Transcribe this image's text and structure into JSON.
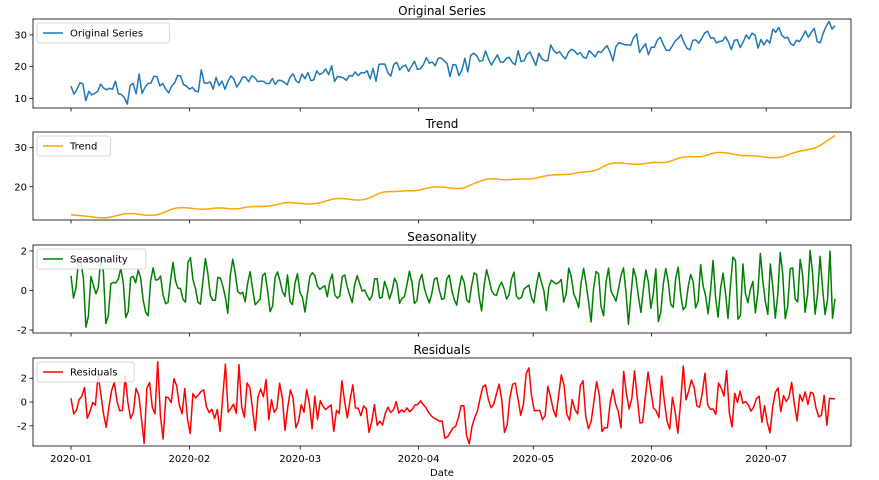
{
  "chart_data": [
    {
      "type": "line",
      "title": "Original Series",
      "series_name": "Original Series",
      "color": "#1f77b4",
      "ylim": [
        7,
        35
      ],
      "yticks": [
        10,
        20,
        30
      ],
      "y": [
        13.88,
        11.34,
        12.82,
        14.94,
        14.62,
        9.29,
        12.25,
        11.14,
        11.58,
        12.22,
        14.52,
        13.27,
        12.72,
        13.21,
        12.89,
        15.42,
        11.49,
        11.26,
        10.29,
        8.24,
        14.14,
        14.7,
        11.46,
        17.74,
        11.58,
        13.52,
        14.72,
        14.83,
        17.0,
        16.93,
        13.95,
        14.64,
        12.92,
        11.76,
        13.88,
        14.9,
        17.21,
        17.11,
        14.36,
        13.9,
        12.93,
        13.47,
        12.3,
        12.09,
        19.0,
        14.92,
        14.8,
        15.2,
        12.91,
        16.63,
        14.0,
        15.46,
        12.89,
        15.39,
        17.11,
        16.1,
        13.58,
        15.02,
        16.75,
        16.68,
        15.24,
        17.12,
        16.68,
        15.31,
        15.47,
        15.37,
        14.72,
        14.69,
        16.31,
        14.43,
        15.73,
        15.65,
        15.08,
        14.28,
        16.77,
        17.71,
        15.54,
        14.94,
        17.7,
        16.21,
        18.17,
        15.6,
        15.89,
        18.68,
        17.49,
        18.05,
        19.27,
        17.49,
        20.27,
        15.34,
        16.93,
        16.75,
        16.48,
        15.71,
        17.27,
        16.99,
        18.34,
        17.2,
        18.15,
        18.0,
        18.7,
        16.16,
        19.5,
        15.4,
        20.71,
        20.86,
        20.8,
        18.14,
        17.03,
        20.72,
        21.4,
        18.97,
        20.12,
        20.52,
        18.53,
        20.23,
        21.71,
        19.15,
        19.35,
        20.62,
        22.88,
        21.09,
        21.47,
        20.28,
        22.66,
        22.71,
        21.86,
        20.98,
        16.9,
        20.67,
        20.52,
        17.18,
        18.85,
        22.66,
        18.35,
        23.58,
        24.26,
        23.45,
        21.65,
        21.93,
        24.93,
        22.37,
        20.5,
        22.18,
        23.72,
        21.46,
        21.38,
        22.61,
        22.98,
        21.36,
        20.61,
        25.02,
        21.59,
        21.89,
        23.9,
        24.61,
        22.51,
        20.43,
        24.27,
        22.42,
        21.91,
        21.83,
        26.84,
        25.07,
        24.24,
        24.74,
        23.36,
        22.47,
        24.55,
        25.46,
        25.03,
        23.87,
        24.42,
        22.96,
        22.7,
        25.07,
        24.11,
        23.06,
        24.81,
        24.44,
        25.58,
        26.61,
        24.63,
        21.85,
        26.28,
        27.54,
        27.29,
        26.88,
        26.87,
        26.75,
        29.15,
        30.26,
        24.42,
        25.98,
        27.24,
        23.75,
        26.16,
        26.1,
        28.35,
        29.26,
        27.02,
        25.19,
        25.09,
        26.39,
        28.06,
        28.87,
        30.05,
        27.61,
        25.78,
        25.3,
        28.27,
        28.45,
        27.39,
        28.85,
        30.62,
        31.18,
        28.99,
        29.1,
        27.46,
        27.93,
        28.12,
        29.45,
        27.81,
        25.36,
        28.27,
        28.49,
        26.02,
        27.76,
        29.97,
        28.74,
        30.58,
        29.88,
        25.86,
        28.56,
        26.83,
        28.43,
        27.42,
        31.79,
        30.8,
        32.36,
        30.01,
        29.03,
        29.26,
        27.24,
        26.7,
        28.33,
        27.86,
        29.35,
        31.25,
        29.26,
        30.77,
        32.06,
        27.91,
        27.51,
        30.51,
        32.68,
        34.26,
        31.8,
        32.97
      ]
    },
    {
      "type": "line",
      "title": "Trend",
      "series_name": "Trend",
      "color": "#ffa500",
      "ylim": [
        11.5,
        34
      ],
      "yticks": [
        20,
        30
      ],
      "y": [
        12.8,
        12.78,
        12.71,
        12.64,
        12.58,
        12.52,
        12.45,
        12.38,
        12.29,
        12.2,
        12.13,
        12.09,
        12.08,
        12.1,
        12.15,
        12.26,
        12.4,
        12.57,
        12.74,
        12.9,
        13.03,
        13.11,
        13.16,
        13.17,
        13.13,
        13.04,
        12.93,
        12.83,
        12.75,
        12.7,
        12.7,
        12.72,
        12.8,
        12.94,
        13.13,
        13.37,
        13.66,
        13.95,
        14.23,
        14.43,
        14.57,
        14.64,
        14.66,
        14.64,
        14.6,
        14.53,
        14.45,
        14.37,
        14.3,
        14.26,
        14.25,
        14.27,
        14.33,
        14.42,
        14.5,
        14.56,
        14.59,
        14.58,
        14.53,
        14.45,
        14.38,
        14.33,
        14.33,
        14.38,
        14.48,
        14.61,
        14.74,
        14.84,
        14.91,
        14.94,
        14.95,
        14.95,
        14.95,
        14.98,
        15.03,
        15.1,
        15.19,
        15.32,
        15.46,
        15.62,
        15.77,
        15.88,
        15.95,
        15.96,
        15.92,
        15.86,
        15.79,
        15.72,
        15.66,
        15.62,
        15.6,
        15.61,
        15.65,
        15.74,
        15.87,
        16.05,
        16.26,
        16.47,
        16.66,
        16.82,
        16.94,
        17.0,
        17.01,
        16.98,
        16.91,
        16.82,
        16.74,
        16.66,
        16.62,
        16.62,
        16.66,
        16.76,
        16.94,
        17.18,
        17.48,
        17.82,
        18.15,
        18.42,
        18.6,
        18.7,
        18.74,
        18.76,
        18.77,
        18.8,
        18.84,
        18.89,
        18.94,
        18.97,
        18.98,
        18.99,
        19.02,
        19.09,
        19.2,
        19.35,
        19.52,
        19.69,
        19.83,
        19.92,
        19.97,
        19.98,
        19.95,
        19.9,
        19.82,
        19.73,
        19.64,
        19.56,
        19.52,
        19.54,
        19.63,
        19.81,
        20.07,
        20.37,
        20.68,
        20.98,
        21.25,
        21.49,
        21.69,
        21.86,
        21.98,
        22.05,
        22.04,
        21.97,
        21.89,
        21.82,
        21.78,
        21.79,
        21.83,
        21.88,
        21.92,
        21.95,
        21.97,
        21.98,
        21.98,
        21.99,
        22.03,
        22.11,
        22.24,
        22.4,
        22.56,
        22.71,
        22.84,
        22.94,
        23.01,
        23.06,
        23.08,
        23.09,
        23.1,
        23.13,
        23.18,
        23.27,
        23.38,
        23.5,
        23.61,
        23.7,
        23.76,
        23.82,
        23.89,
        23.99,
        24.15,
        24.37,
        24.67,
        25.02,
        25.39,
        25.7,
        25.92,
        26.04,
        26.08,
        26.07,
        26.04,
        26.0,
        25.95,
        25.9,
        25.84,
        25.78,
        25.75,
        25.76,
        25.83,
        25.93,
        26.04,
        26.14,
        26.19,
        26.21,
        26.19,
        26.17,
        26.18,
        26.25,
        26.4,
        26.62,
        26.86,
        27.11,
        27.33,
        27.5,
        27.62,
        27.69,
        27.72,
        27.7,
        27.67,
        27.65,
        27.69,
        27.8,
        27.98,
        28.2,
        28.41,
        28.58,
        28.7,
        28.75,
        28.76,
        28.72,
        28.64,
        28.53,
        28.39,
        28.26,
        28.14,
        28.05,
        28.0,
        27.97,
        27.95,
        27.93,
        27.9,
        27.86,
        27.8,
        27.72,
        27.63,
        27.54,
        27.47,
        27.43,
        27.43,
        27.46,
        27.54,
        27.68,
        27.87,
        28.1,
        28.35,
        28.59,
        28.8,
        28.98,
        29.15,
        29.28,
        29.4,
        29.53,
        29.66,
        29.84,
        30.1,
        30.43,
        30.82,
        31.26,
        31.72,
        32.2,
        32.67,
        33.12
      ]
    },
    {
      "type": "line",
      "title": "Seasonality",
      "series_name": "Seasonality",
      "color": "#008000",
      "ylim": [
        -2.15,
        2.3
      ],
      "yticks": [
        -2,
        0,
        2
      ],
      "y": [
        0.75,
        -0.38,
        0.13,
        1.49,
        1.48,
        0.58,
        -1.85,
        -1.29,
        0.71,
        0.28,
        -0.17,
        0.17,
        1.7,
        0.96,
        -1.67,
        -1.27,
        0.34,
        0.41,
        0.38,
        0.57,
        1.13,
        0.4,
        -1.37,
        -1.06,
        0.66,
        0.71,
        0.39,
        1.03,
        0.63,
        -0.49,
        -1.09,
        -1.28,
        0.48,
        1.14,
        0.53,
        0.55,
        0.73,
        -0.23,
        -0.67,
        -0.6,
        0.52,
        1.42,
        0.48,
        0.11,
        0.1,
        -0.45,
        -0.59,
        1.42,
        1.66,
        0.54,
        0.12,
        -0.59,
        -0.69,
        0.48,
        1.61,
        0.85,
        -0.26,
        -0.5,
        -0.5,
        0.66,
        0.63,
        0.23,
        -0.32,
        -1.15,
        0.77,
        1.58,
        0.86,
        -0.05,
        -0.17,
        -0.09,
        -0.57,
        0.39,
        0.95,
        0.07,
        -0.72,
        -0.59,
        -0.42,
        0.76,
        0.88,
        -0.01,
        -1.07,
        -0.79,
        0.66,
        0.94,
        0.47,
        -0.07,
        -0.3,
        0.79,
        -0.56,
        -0.72,
        0.36,
        0.85,
        -0.1,
        -0.34,
        -1.09,
        -0.16,
        0.71,
        0.9,
        0.75,
        0.23,
        0.06,
        0.16,
        0.23,
        -0.32,
        0.46,
        0.82,
        -0.22,
        -0.39,
        -0.27,
        0.7,
        0.78,
        0.18,
        -0.23,
        -0.61,
        0.3,
        0.75,
        0.35,
        -0.03,
        0.03,
        -0.25,
        -0.49,
        -0.26,
        0.59,
        0.6,
        -0.38,
        -0.35,
        0.46,
        0.09,
        -0.43,
        -0.02,
        0.62,
        0.34,
        -0.65,
        -0.4,
        -0.31,
        0.3,
        0.97,
        0.42,
        -0.66,
        -0.51,
        0.48,
        0.82,
        0.11,
        -0.3,
        -0.63,
        -0.14,
        0.57,
        0.64,
        0.01,
        -0.45,
        -0.4,
        0.58,
        0.78,
        0.03,
        -0.46,
        -0.74,
        0.13,
        0.74,
        0.41,
        -0.47,
        -0.61,
        0.26,
        0.89,
        0.81,
        -0.31,
        -1.03,
        0.26,
        1.05,
        0.55,
        -0.01,
        -0.21,
        -0.25,
        0.18,
        0.42,
        0.1,
        -0.43,
        -0.23,
        0.58,
        0.93,
        -0.29,
        -0.43,
        -0.35,
        0.07,
        0.17,
        0.27,
        -0.35,
        -0.62,
        0.23,
        0.91,
        0.42,
        0.0,
        -1.01,
        0.17,
        0.52,
        0.42,
        0.33,
        0.4,
        0.56,
        -0.59,
        -0.15,
        1.13,
        0.72,
        -0.16,
        -0.46,
        -0.87,
        0.41,
        1.12,
        0.32,
        -0.6,
        -1.59,
        0.12,
        0.96,
        0.84,
        -0.82,
        -1.28,
        0.43,
        1.13,
        -0.04,
        -0.27,
        -0.54,
        0.08,
        0.76,
        1.14,
        -0.07,
        -1.71,
        -0.24,
        1.12,
        0.66,
        -0.29,
        -1.11,
        0.07,
        1.03,
        0.44,
        -0.9,
        -0.16,
        1.09,
        -1.57,
        -1.09,
        0.32,
        1.12,
        0.44,
        -0.71,
        -0.85,
        0.65,
        1.17,
        -0.21,
        -0.98,
        -0.81,
        0.18,
        0.81,
        0.45,
        -0.88,
        -0.54,
        1.3,
        0.24,
        -0.27,
        -1.18,
        0.01,
        1.52,
        -0.32,
        -1.35,
        0.08,
        0.88,
        -0.13,
        -1.42,
        0.29,
        1.69,
        1.52,
        -1.45,
        -1.27,
        1.34,
        -0.14,
        -0.62,
        0.06,
        0.46,
        -1.13,
        -0.12,
        1.87,
        0.48,
        -0.55,
        -1.21,
        1.34,
        0.21,
        -1.4,
        -0.23,
        1.93,
        0.82,
        -1.43,
        -0.8,
        1.1,
        1.14,
        -0.43,
        -0.58,
        1.57,
        0.77,
        -1.1,
        -0.17,
        2.02,
        0.86,
        -1.2,
        -0.17,
        1.73,
        0.13,
        -1.22,
        -0.46,
        1.99,
        -1.4,
        -0.42
      ]
    },
    {
      "type": "line",
      "title": "Residuals",
      "series_name": "Residuals",
      "color": "#ff0000",
      "ylim": [
        -3.7,
        3.7
      ],
      "yticks": [
        -2,
        0,
        2
      ],
      "y": [
        0.32,
        -1.0,
        -0.7,
        0.19,
        0.5,
        1.22,
        -1.37,
        -0.82,
        -0.03,
        -0.27,
        2.28,
        0.7,
        -1.0,
        -2.13,
        -0.41,
        0.98,
        1.65,
        0.03,
        -0.74,
        -0.71,
        2.22,
        -0.04,
        -1.39,
        -0.89,
        1.14,
        0.6,
        -1.38,
        -3.48,
        1.16,
        1.64,
        -0.42,
        -0.99,
        3.4,
        -1.13,
        -3.12,
        0.43,
        0.34,
        -0.05,
        1.95,
        1.36,
        -0.28,
        -0.99,
        1.15,
        -1.45,
        -2.65,
        0.71,
        0.34,
        0.59,
        0.88,
        1.02,
        -0.41,
        -0.89,
        -0.61,
        -1.39,
        -0.64,
        -2.47,
        0.41,
        3.18,
        -0.85,
        -0.55,
        -0.18,
        -0.95,
        3.14,
        -0.44,
        -1.28,
        1.6,
        1.23,
        -0.58,
        -2.4,
        0.4,
        1.1,
        0.44,
        1.89,
        -1.48,
        0.18,
        -0.86,
        -0.51,
        1.58,
        0.32,
        -2.39,
        -0.44,
        1.02,
        0.3,
        -2.17,
        -1.59,
        -0.23,
        -0.86,
        1.05,
        -0.16,
        -2.25,
        0.5,
        -1.48,
        0.12,
        -0.35,
        -0.64,
        -0.43,
        -0.25,
        -2.46,
        -0.7,
        -0.97,
        1.78,
        0.05,
        -1.33,
        0.17,
        1.44,
        -0.5,
        -0.53,
        -1.14,
        -0.33,
        -0.56,
        -2.56,
        -1.68,
        -0.22,
        -1.96,
        -1.62,
        -1.94,
        -0.96,
        -0.44,
        -0.87,
        -0.68,
        0.04,
        -0.92,
        -0.67,
        -0.84,
        -0.5,
        -0.81,
        -0.62,
        -0.23,
        -0.21,
        0.1,
        -0.21,
        -0.47,
        -0.89,
        -1.17,
        -1.35,
        -1.47,
        -1.62,
        -1.6,
        -3.04,
        -2.93,
        -2.56,
        -2.18,
        -2.04,
        -1.32,
        -0.31,
        -0.3,
        -2.82,
        -3.51,
        -2.09,
        -1.32,
        -0.78,
        0.31,
        1.26,
        1.44,
        0.26,
        -0.48,
        -0.21,
        0.65,
        1.51,
        0.17,
        -2.56,
        -1.93,
        0.37,
        1.5,
        1.58,
        0.25,
        -1.11,
        -0.19,
        2.38,
        2.86,
        0.51,
        -0.74,
        -0.73,
        -0.69,
        -1.49,
        -1.14,
        1.32,
        0.44,
        -0.63,
        -1.25,
        0.57,
        2.28,
        1.38,
        -1.02,
        -1.53,
        0.2,
        -0.61,
        -1.01,
        1.39,
        1.79,
        -1.22,
        -2.24,
        -1.63,
        0.02,
        1.7,
        0.59,
        -2.48,
        -2.16,
        -2.17,
        -0.07,
        1.07,
        -0.12,
        -0.82,
        -2.18,
        2.57,
        0.72,
        -0.58,
        0.28,
        2.62,
        0.38,
        -1.77,
        -1.71,
        0.43,
        2.52,
        0.98,
        -0.5,
        -0.75,
        -1.31,
        2.18,
        0.08,
        -1.61,
        -2.27,
        0.39,
        -0.84,
        -2.63,
        -0.07,
        3.03,
        0.18,
        0.92,
        1.86,
        1.24,
        -0.31,
        -0.44,
        0.73,
        2.42,
        -0.23,
        -0.62,
        -0.58,
        -1.04,
        1.59,
        1.19,
        0.49,
        2.64,
        -0.92,
        -2.1,
        0.73,
        -0.03,
        0.92,
        -0.1,
        0.03,
        -0.24,
        -0.77,
        -0.4,
        0.29,
        0.49,
        -1.7,
        -0.31,
        -1.72,
        -2.6,
        -0.4,
        0.83,
        1.18,
        -0.81,
        0.54,
        0.05,
        0.39,
        1.65,
        -0.19,
        -1.58,
        0.62,
        0.06,
        0.85,
        -0.21,
        0.82,
        0.71,
        -0.52,
        -1.25,
        -1.12,
        0.56,
        -1.95,
        0.31,
        0.28,
        0.27
      ]
    }
  ],
  "x_axis": {
    "label": "Date",
    "ticks": [
      "2020-01",
      "2020-02",
      "2020-03",
      "2020-04",
      "2020-05",
      "2020-06",
      "2020-07"
    ],
    "tick_days": [
      0,
      31,
      60,
      91,
      121,
      152,
      182
    ],
    "last_day": 200
  }
}
